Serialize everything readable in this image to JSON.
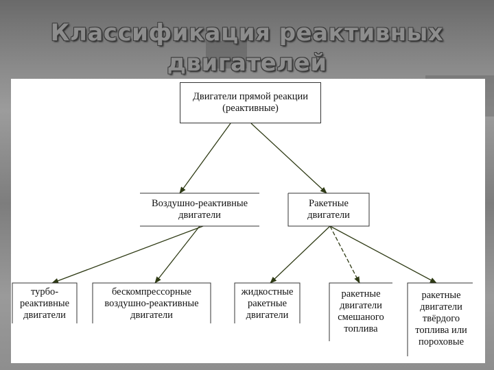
{
  "slide": {
    "title_line1": "Классификация реактивных",
    "title_line2": "двигателей"
  },
  "diagram": {
    "root": {
      "line1": "Двигатели прямой реакции",
      "line2": "(реактивные)"
    },
    "air_breathing": {
      "line1": "Воздушно-реактивные",
      "line2": "двигатели"
    },
    "rocket": {
      "line1": "Ракетные",
      "line2": "двигатели"
    },
    "turbojet": {
      "line1": "турбо-",
      "line2": "реактивные",
      "line3": "двигатели"
    },
    "compressorless": {
      "line1": "бескомпрессорные",
      "line2": "воздушно-реактивные",
      "line3": "двигатели"
    },
    "liquid": {
      "line1": "жидкостные",
      "line2": "ракетные",
      "line3": "двигатели"
    },
    "hybrid": {
      "line1": "ракетные",
      "line2": "двигатели",
      "line3": "смешаного",
      "line4": "топлива"
    },
    "solid": {
      "line1": "ракетные",
      "line2": "двигатели",
      "line3": "твёрдого",
      "line4": "топлива или",
      "line5": "пороховые"
    }
  },
  "colors": {
    "arrow": "#2e3a14",
    "box_border": "#333333"
  }
}
